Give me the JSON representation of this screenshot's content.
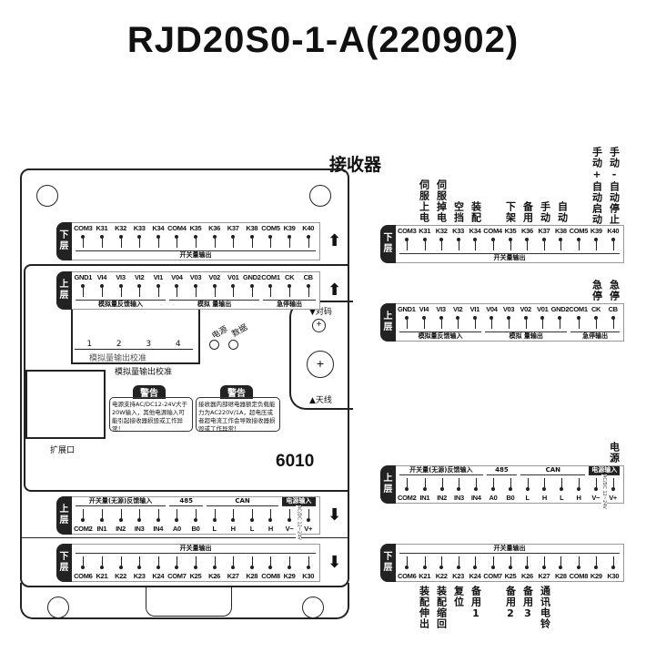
{
  "title": "RJD20S0-1-A(220902)",
  "subtitle": "接收器",
  "device": {
    "model": "6010",
    "calib_numbers": [
      "1",
      "2",
      "3",
      "4"
    ],
    "calib_inner": "模拟量输出校准",
    "calib_label": "模拟量输出校准",
    "expansion_label": "扩展口",
    "led_power": "电源",
    "led_data": "数据",
    "antenna_pair": "▼对码",
    "antenna": "▲天线",
    "warnings": [
      {
        "title": "警告",
        "text": "电源支持AC/DC12-24V大于20W输入，其他电源输入可能引起接收器损毁或工作异常！"
      },
      {
        "title": "警告",
        "text": "接收器内部继电器额定负载能力为AC220V/1A，超电压或者超电流工作会导致接收器损毁或工作异常！"
      }
    ]
  },
  "strips": {
    "k3": {
      "badge": "下层",
      "terminals": [
        "COM3",
        "K31",
        "K32",
        "K33",
        "K34",
        "COM4",
        "K35",
        "K36",
        "K37",
        "K38",
        "COM5",
        "K39",
        "K40"
      ],
      "groups": [
        {
          "label": "开关量输出",
          "from": 0,
          "to": 13
        }
      ],
      "arrow": "⬆"
    },
    "vi": {
      "badge": "上层",
      "terminals": [
        "GND1",
        "VI4",
        "VI3",
        "VI2",
        "VI1",
        "V04",
        "V03",
        "V02",
        "V01",
        "GND2",
        "COM1",
        "CK",
        "CB"
      ],
      "groups": [
        {
          "label": "模拟量反馈输入",
          "from": 0,
          "to": 5
        },
        {
          "label": "模拟 量输出",
          "from": 5,
          "to": 10
        },
        {
          "label": "急停输出",
          "from": 10,
          "to": 13
        }
      ],
      "arrow": "⬆"
    },
    "in": {
      "badge": "上层",
      "terminals": [
        "COM2",
        "IN1",
        "IN2",
        "IN3",
        "IN4",
        "A0",
        "B0",
        "L",
        "H",
        "L",
        "H",
        "V−",
        "V+"
      ],
      "groups": [
        {
          "label": "开关量(无源)反馈输入",
          "from": 0,
          "to": 5
        },
        {
          "label": "485",
          "from": 5,
          "to": 7
        },
        {
          "label": "CAN",
          "from": 7,
          "to": 11
        },
        {
          "label": "电源输入",
          "from": 11,
          "to": 13,
          "box": true
        }
      ],
      "power_note": "AC/DC 12~24V",
      "arrow": "⬇"
    },
    "k2": {
      "badge": "下层",
      "terminals": [
        "COM6",
        "K21",
        "K22",
        "K23",
        "K24",
        "COM7",
        "K25",
        "K26",
        "K27",
        "K28",
        "COM8",
        "K29",
        "K30"
      ],
      "groups": [
        {
          "label": "开关量输出",
          "from": 0,
          "to": 13
        }
      ],
      "arrow": "⬇"
    }
  },
  "annotations": {
    "k3": {
      "1": "伺服上电",
      "2": "伺服掉电",
      "3": "空挡",
      "4": "装配",
      "6": "下架",
      "7": "备用",
      "8": "手动",
      "9": "自动",
      "11": "手动+自动启动",
      "12": "手动-自动停止"
    },
    "vi": {
      "11": "急停",
      "12": "急停"
    },
    "in": {
      "12": "电源"
    },
    "k2": {
      "1": "装配伸出",
      "2": "装配缩回",
      "3": "复位",
      "4": "备用1",
      "6": "备用2",
      "7": "备用3",
      "8": "通讯电铃"
    }
  }
}
